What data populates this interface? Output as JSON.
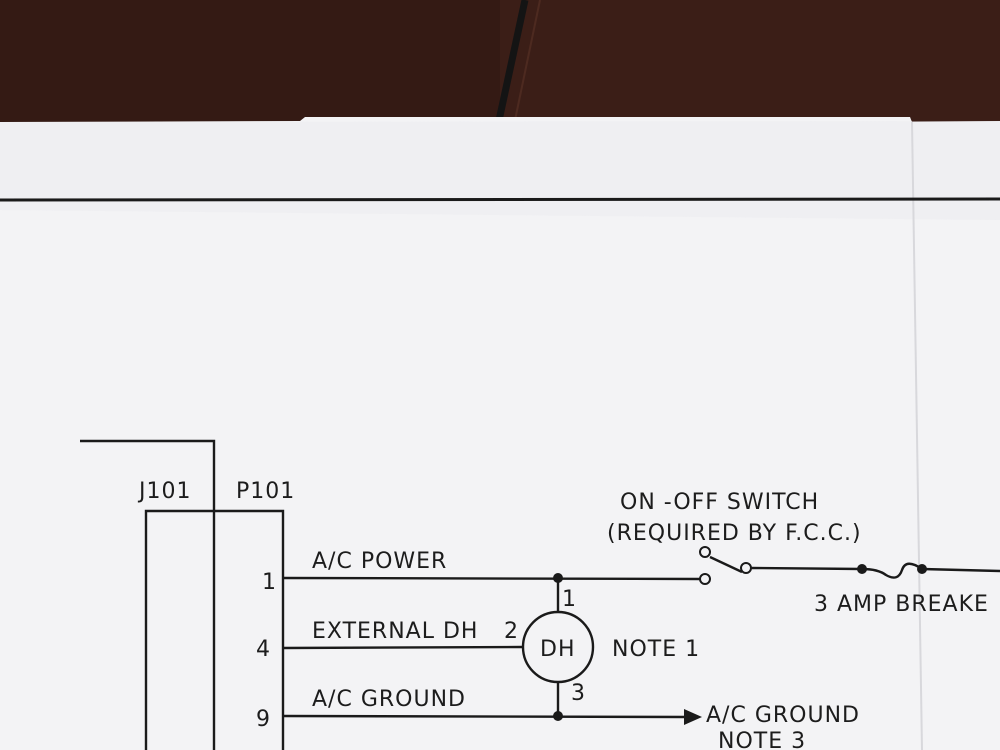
{
  "photo": {
    "table_color": "#3b1e17",
    "paper_color": "#f3f3f5"
  },
  "schematic": {
    "connectors": {
      "jack": "J101",
      "plug": "P101"
    },
    "pins": [
      {
        "number": "1",
        "wire_label": "A/C POWER"
      },
      {
        "number": "4",
        "wire_label": "EXTERNAL DH"
      },
      {
        "number": "9",
        "wire_label": "A/C GROUND"
      }
    ],
    "component": {
      "label": "DH",
      "note": "NOTE 1",
      "terminal_top": "1",
      "terminal_left": "2",
      "terminal_bottom": "3"
    },
    "switch": {
      "line1": "ON -OFF SWITCH",
      "line2": "(REQUIRED BY F.C.C.)"
    },
    "breaker_label": "3 AMP BREAKE",
    "ground_output": {
      "line1": "A/C GROUND",
      "line2": "NOTE 3"
    }
  }
}
